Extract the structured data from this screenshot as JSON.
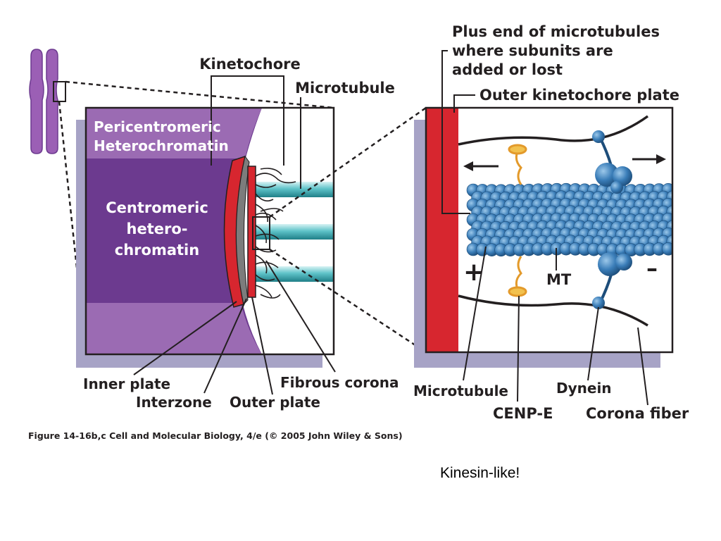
{
  "left_panel": {
    "kinetochore_label": "Kinetochore",
    "microtubule_label": "Microtubule",
    "pericentromeric_line1": "Pericentromeric",
    "pericentromeric_line2": "Heterochromatin",
    "centromeric_line1": "Centromeric",
    "centromeric_line2": "hetero-",
    "centromeric_line3": "chromatin",
    "inner_plate_label": "Inner plate",
    "interzone_label": "Interzone",
    "outer_plate_label": "Outer plate",
    "fibrous_corona_label": "Fibrous corona"
  },
  "right_panel": {
    "plus_end_line1": "Plus end of microtubules",
    "plus_end_line2": "where  subunits are",
    "plus_end_line3": "added or lost",
    "outer_plate_label": "Outer kinetochore plate",
    "plus_sign": "+",
    "minus_sign": "–",
    "mt_label": "MT",
    "microtubule_label": "Microtubule",
    "cenpe_label": "CENP-E",
    "dynein_label": "Dynein",
    "corona_fiber_label": "Corona fiber"
  },
  "caption": "Figure 14-16b,c  Cell and Molecular Biology, 4/e (© 2005 John Wiley & Sons)",
  "note": "Kinesin-like!",
  "colors": {
    "chromatin_dark": "#6c3a8f",
    "chromatin_light": "#9b6bb3",
    "plate_red": "#d7262f",
    "microtubule_cyan": "#5fc3c9",
    "tubulin_blue": "#2f6fa8",
    "shadow": "#a7a3c6"
  }
}
